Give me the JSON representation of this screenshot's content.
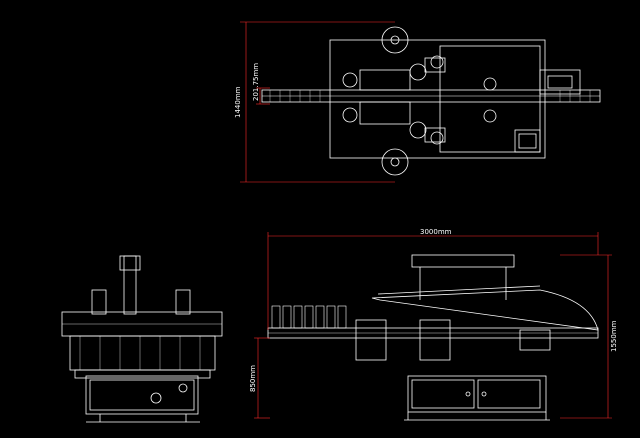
{
  "dimensions": {
    "top_width": "1440mm",
    "top_inner": "201.75mm",
    "side_length": "3000mm",
    "side_height": "1550mm",
    "side_base": "850mm"
  },
  "colors": {
    "background": "#000000",
    "line": "#ffffff",
    "dimension": "#ff2a2a"
  }
}
